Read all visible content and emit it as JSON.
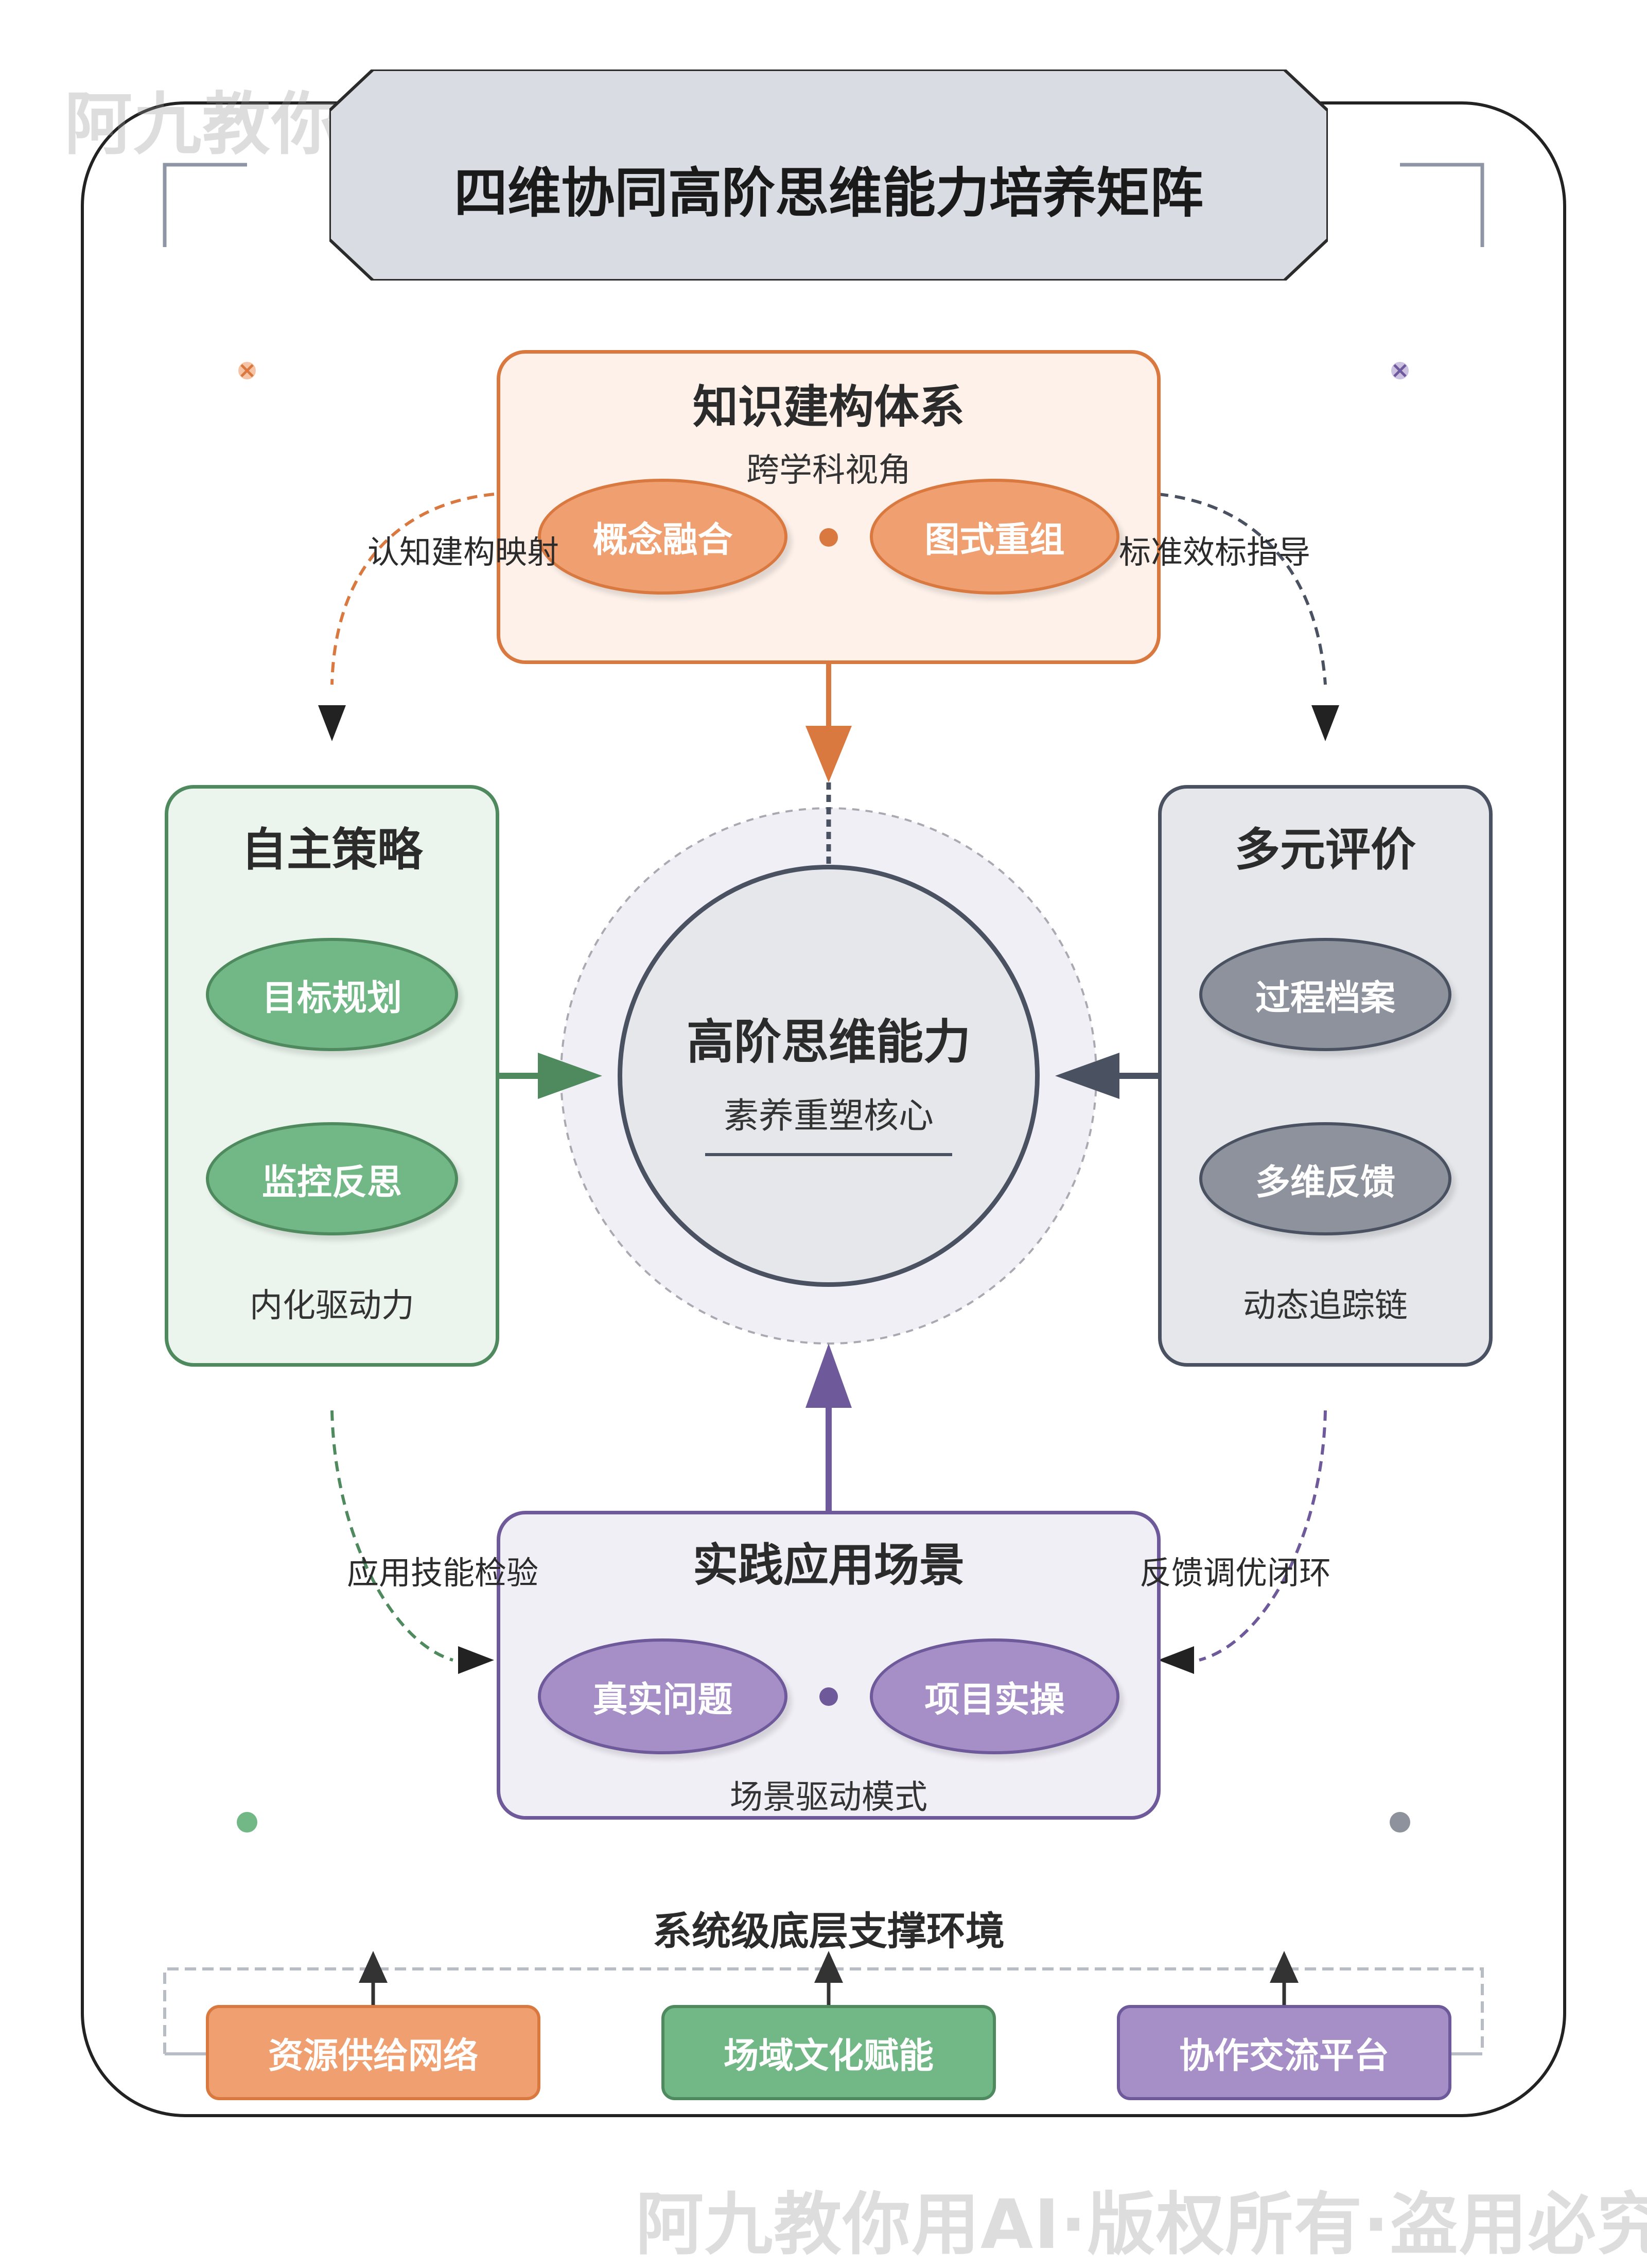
{
  "watermark": "阿九教你用AI·版权所有·盗用必究",
  "title": "四维协同高阶思维能力培养矩阵",
  "center": {
    "title": "高阶思维能力",
    "subtitle": "素养重塑核心"
  },
  "top": {
    "title": "知识建构体系",
    "subtitle": "跨学科视角",
    "items": [
      "概念融合",
      "图式重组"
    ]
  },
  "left": {
    "title": "自主策略",
    "items": [
      "目标规划",
      "监控反思"
    ],
    "footer": "内化驱动力"
  },
  "right": {
    "title": "多元评价",
    "items": [
      "过程档案",
      "多维反馈"
    ],
    "footer": "动态追踪链"
  },
  "bottom": {
    "title": "实践应用场景",
    "items": [
      "真实问题",
      "项目实操"
    ],
    "footer": "场景驱动模式"
  },
  "edges": {
    "top_left": "认知建构映射",
    "top_right": "标准效标指导",
    "left_bottom": "应用技能检验",
    "right_bottom": "反馈调优闭环"
  },
  "support": {
    "title": "系统级底层支撑环境",
    "items": [
      "资源供给网络",
      "场域文化赋能",
      "协作交流平台"
    ]
  },
  "colors": {
    "orange": "#d9783f",
    "orange_fill": "#f0a070",
    "orange_bg": "#fdf1ea",
    "green": "#4f8a5e",
    "green_fill": "#72b886",
    "green_bg": "#ebf4ed",
    "slate": "#4a5262",
    "slate_fill": "#8e929d",
    "slate_bg": "#e5e7eb",
    "purple": "#6e5a9a",
    "purple_fill": "#a68fc7",
    "purple_bg": "#f1eff6"
  }
}
